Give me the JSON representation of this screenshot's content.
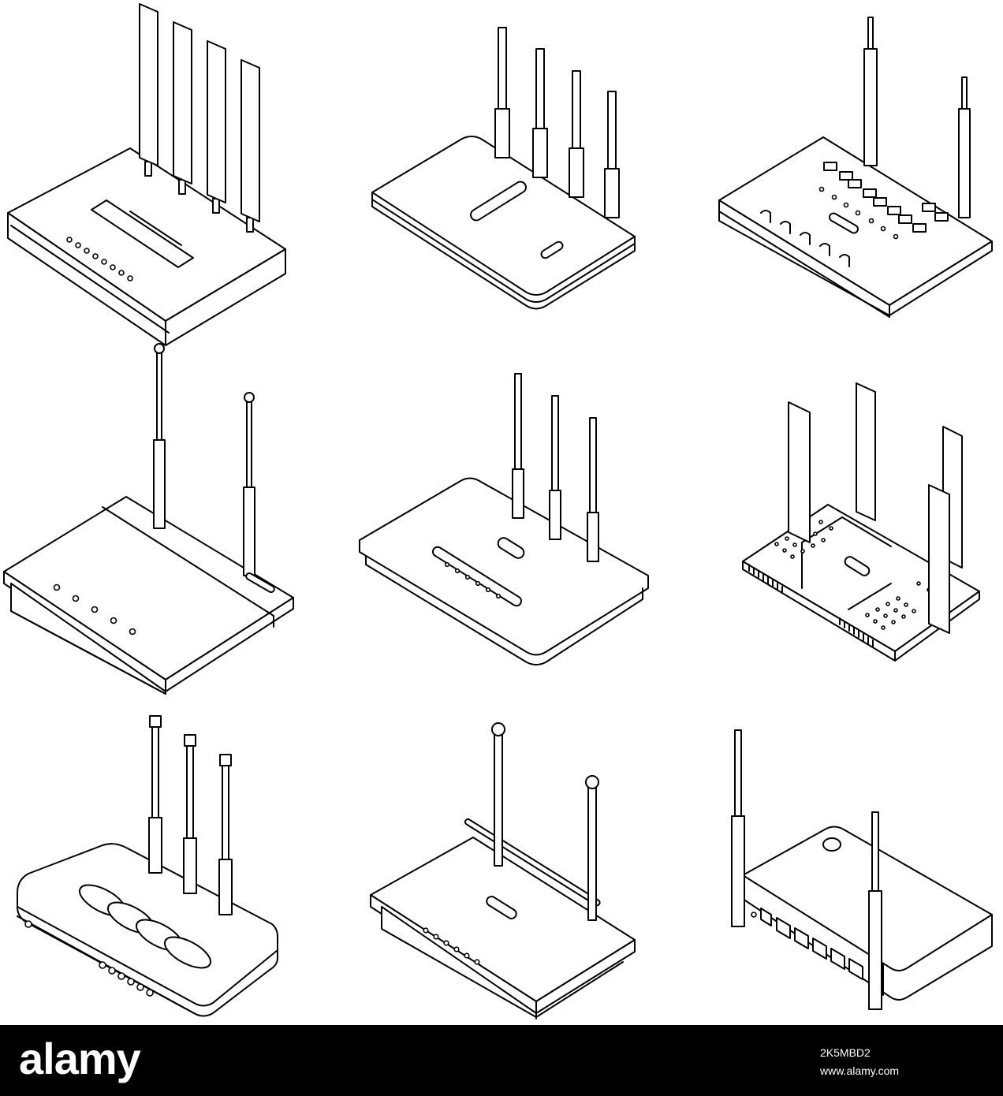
{
  "footer": {
    "brand": "alamy",
    "image_id": "2K5MBD2",
    "url": "www.alamy.com",
    "background": "#000000",
    "text_color": "#ffffff"
  },
  "illustration": {
    "style": "black outline isometric line art on white",
    "stroke_color": "#000000",
    "background": "#ffffff",
    "icons": [
      {
        "name": "router-four-flat-antennas"
      },
      {
        "name": "router-four-antennas-rounded"
      },
      {
        "name": "router-two-antennas-port-panel"
      },
      {
        "name": "router-two-antennas-indicator-dots"
      },
      {
        "name": "router-three-antennas-slim"
      },
      {
        "name": "router-four-blade-antennas-vented"
      },
      {
        "name": "router-three-antennas-oval-buttons"
      },
      {
        "name": "router-two-ball-antennas"
      },
      {
        "name": "router-two-antennas-ethernet-ports"
      }
    ]
  }
}
